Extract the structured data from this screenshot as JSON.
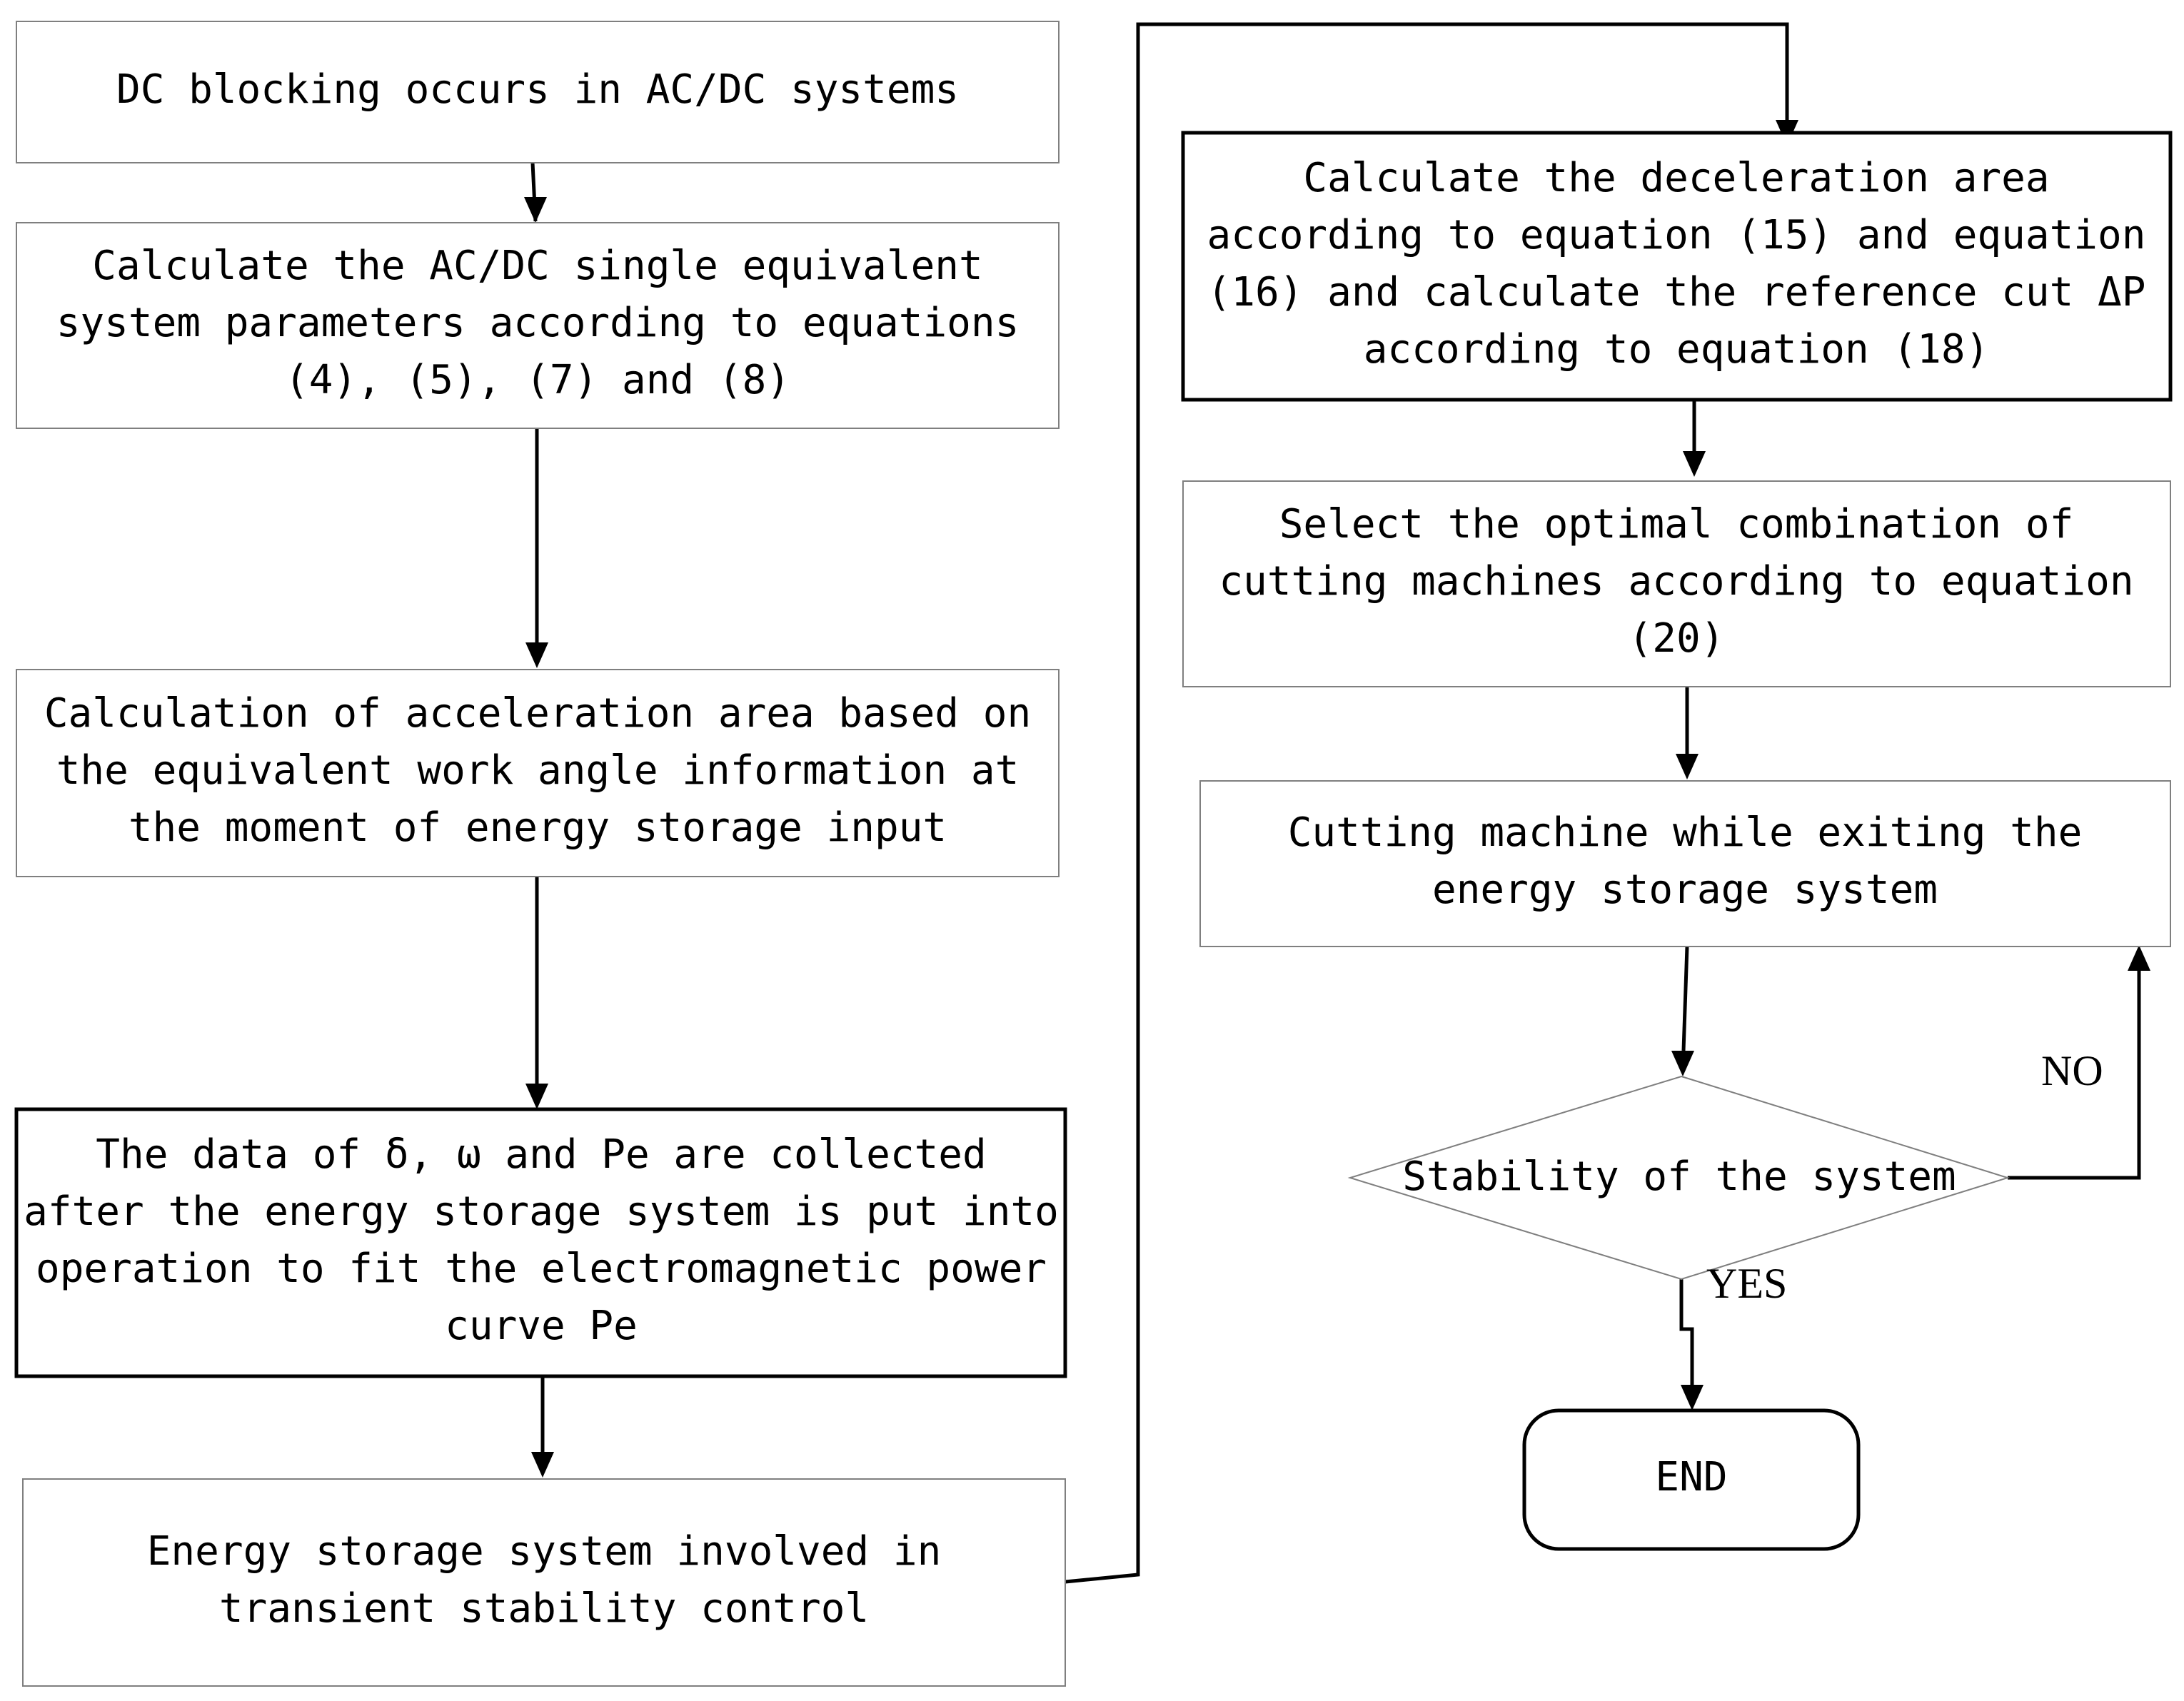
{
  "nodes": {
    "dc_blocking": {
      "lines": [
        "DC blocking occurs in AC/DC systems"
      ]
    },
    "calc_params": {
      "lines": [
        "Calculate the AC/DC single equivalent",
        "system parameters according to equations",
        "(4), (5), (7) and (8)"
      ]
    },
    "calc_accel_area": {
      "lines": [
        "Calculation of acceleration area based on",
        "the equivalent work angle information at",
        "the moment of energy storage input"
      ]
    },
    "collect_data": {
      "lines": [
        "The data of δ, ω and Pe are collected",
        "after the energy storage system is put into",
        "operation to fit the electromagnetic power",
        "curve Pe"
      ]
    },
    "energy_storage_involved": {
      "lines": [
        "Energy storage system involved in",
        "transient stability control"
      ]
    },
    "calc_decel_area": {
      "lines": [
        "Calculate the deceleration area",
        "according to equation (15) and equation",
        "(16) and calculate the reference cut ΔP",
        "according to equation (18)"
      ]
    },
    "select_combination": {
      "lines": [
        "Select the optimal combination of",
        "cutting machines according to equation",
        "(20)"
      ]
    },
    "cutting_machine": {
      "lines": [
        "Cutting machine while exiting the",
        "energy storage system"
      ]
    },
    "stability_check": {
      "lines": [
        "Stability of the system"
      ]
    },
    "end": {
      "lines": [
        "END"
      ]
    }
  },
  "edge_labels": {
    "no": "NO",
    "yes": "YES"
  },
  "colors": {
    "thin_border": "#7f7f7f",
    "thick_border": "#000000",
    "line": "#000000",
    "background": "#ffffff"
  }
}
